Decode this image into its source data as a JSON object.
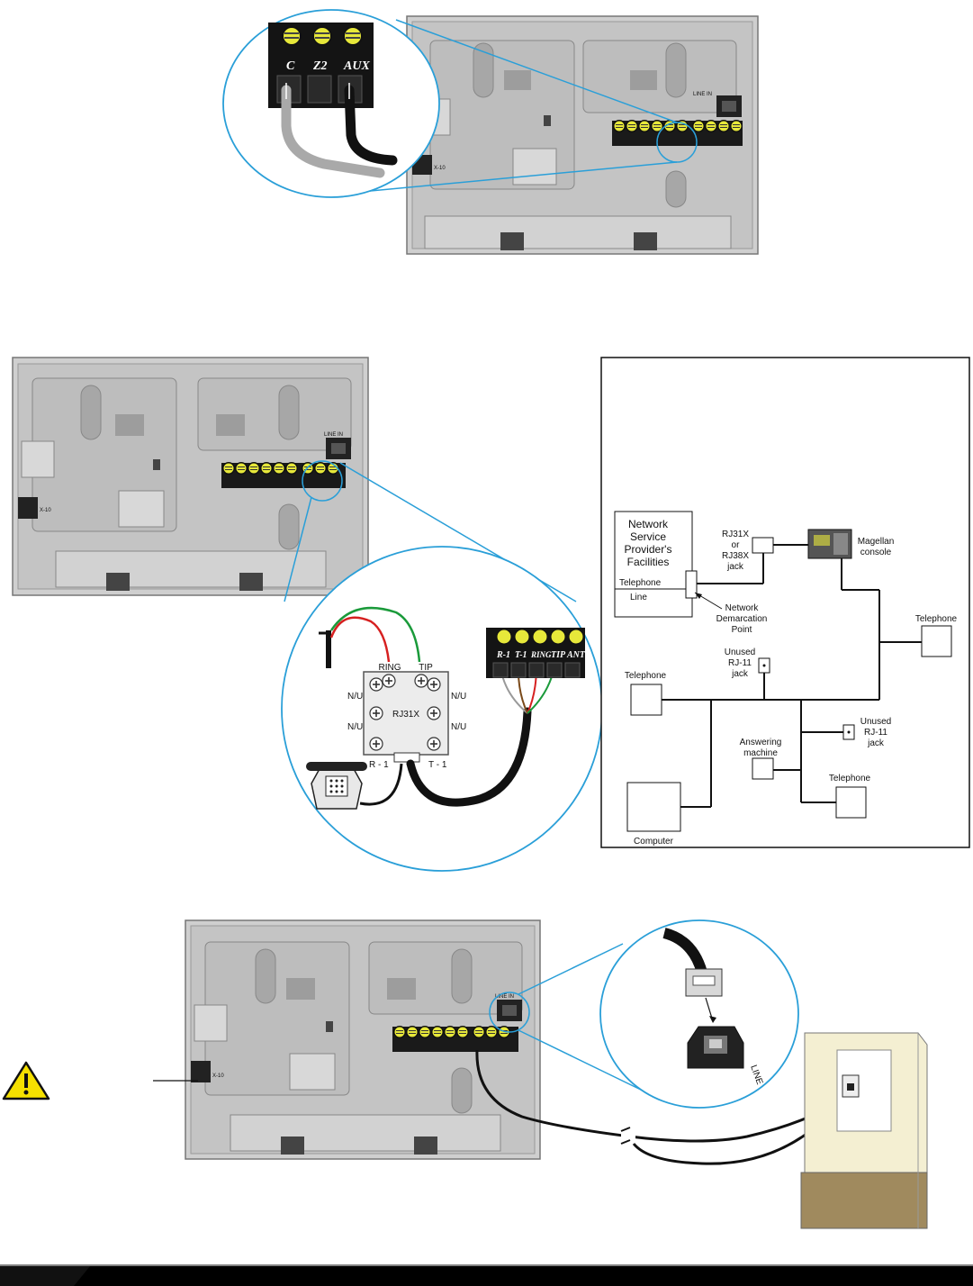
{
  "figure1": {
    "terminals": [
      "C",
      "Z2",
      "AUX"
    ],
    "jack_label_line_in": "LINE IN",
    "jack_label_x10": "X-10"
  },
  "figure2": {
    "rj31x": {
      "title": "RJ31X",
      "ring": "RING",
      "tip": "TIP",
      "nu": "N/U",
      "r1": "R - 1",
      "t1": "T - 1"
    },
    "terminals": [
      "R-1",
      "T-1",
      "RING",
      "TIP",
      "ANT"
    ],
    "line_in": "LINE IN",
    "x10": "X-10"
  },
  "network_diagram": {
    "provider": [
      "Network",
      "Service",
      "Provider's",
      "Facilities"
    ],
    "telephone_line_1": "Telephone",
    "telephone_line_2": "Line",
    "demarc": [
      "Network",
      "Demarcation",
      "Point"
    ],
    "rj_jack": [
      "RJ31X",
      "or",
      "RJ38X",
      "jack"
    ],
    "console": [
      "Magellan",
      "console"
    ],
    "telephone": "Telephone",
    "unused_jack_1": [
      "Unused",
      "RJ-11",
      "jack"
    ],
    "unused_jack_2": [
      "Unused",
      "RJ-11",
      "jack"
    ],
    "answering": [
      "Answering",
      "machine"
    ],
    "computer": "Computer"
  },
  "figure3": {
    "line_in": "LINE IN",
    "x10": "X-10",
    "jack_line": "LINE"
  },
  "colors": {
    "callout_blue": "#2a9fd8",
    "panel_gray": "#c8c8c8",
    "terminal_yellow": "#e7e83a",
    "wall": "#f4efd2",
    "baseboard": "#a08a5e",
    "warning": "#f5e000"
  }
}
